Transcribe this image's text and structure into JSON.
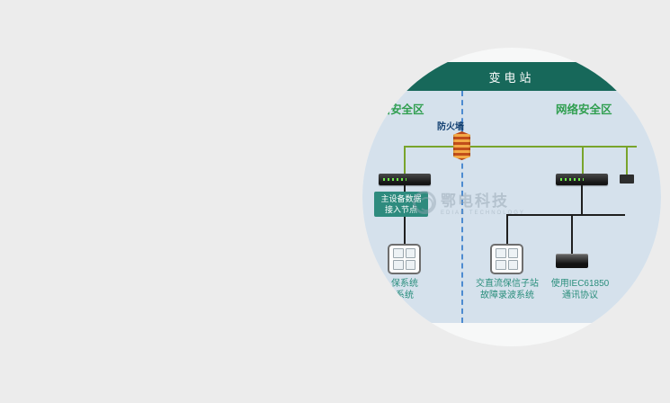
{
  "page": {
    "bg_color": "#ececec"
  },
  "diagram": {
    "title": "变电站",
    "zone_left": "网络安全区",
    "zone_right": "网络安全区",
    "firewall_label": "防火墙",
    "access_node": {
      "line1": "主设备数据",
      "line2": "接入节点"
    },
    "labels": {
      "left_system": {
        "line1": "保系统",
        "line2": "系统"
      },
      "center_system": {
        "line1": "交直流保信子站",
        "line2": "故障录波系统"
      },
      "right_system": {
        "line1": "使用IEC61850",
        "line2": "通讯协议"
      }
    },
    "colors": {
      "title_bar": "#17685a",
      "panel_bg": "#d5e1ec",
      "zone_text": "#2f9e4f",
      "bus_line": "#79a42c",
      "dashed_divider": "#4d8bd0",
      "access_node_box": "#2e8b7e",
      "system_label_text": "#2a8e7c"
    },
    "icons": [
      "firewall-icon",
      "network-switch-icon",
      "protection-panel-icon",
      "converter-box-icon"
    ]
  },
  "watermark": {
    "brand": "鄂电科技",
    "subtext": "EDIAN TECHNOLOGY"
  }
}
